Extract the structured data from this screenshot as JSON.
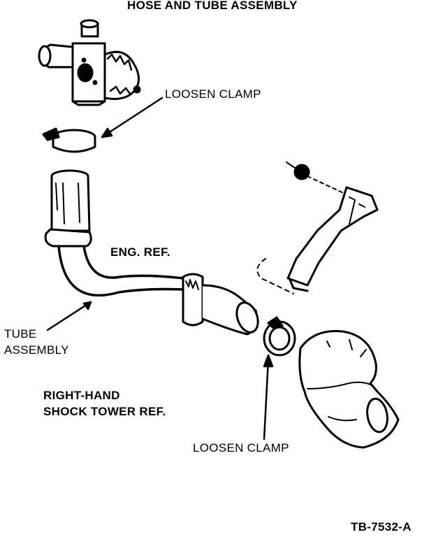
{
  "title": "HOSE AND TUBE ASSEMBLY",
  "labels": {
    "loosen_clamp_top": "LOOSEN CLAMP",
    "eng_ref": "ENG. REF.",
    "tube_assembly_line1": "TUBE",
    "tube_assembly_line2": "ASSEMBLY",
    "right_hand_line1": "RIGHT-HAND",
    "right_hand_line2": "SHOCK TOWER REF.",
    "loosen_clamp_bottom": "LOOSEN CLAMP"
  },
  "figure_id": "TB-7532-A",
  "colors": {
    "ink": "#000000",
    "paper": "#ffffff"
  }
}
